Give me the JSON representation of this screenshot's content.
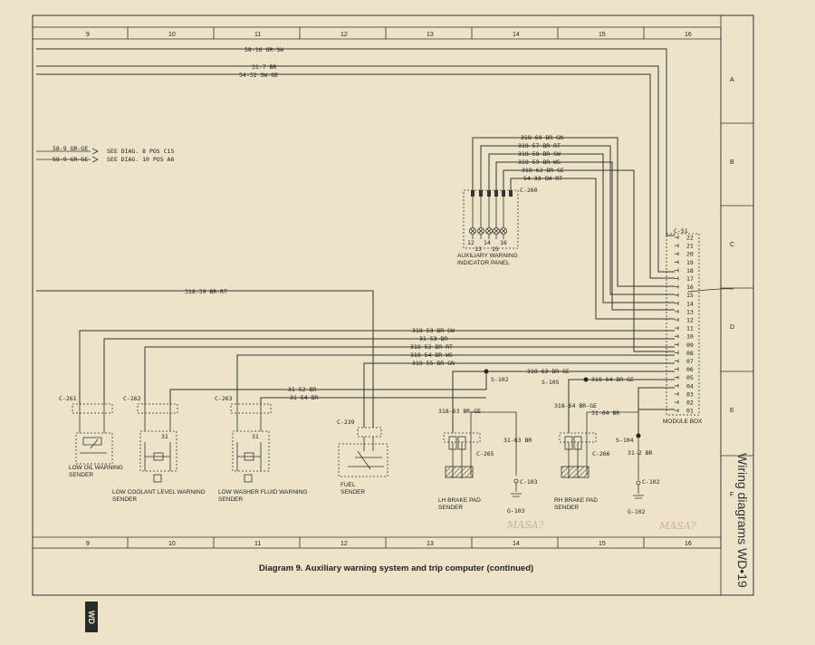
{
  "caption": "Diagram 9. Auxiliary warning system and trip computer (continued)",
  "side_title": "Wiring diagrams WD•19",
  "tab_label": "WD",
  "grid_columns": [
    "9",
    "10",
    "11",
    "12",
    "13",
    "14",
    "15",
    "16"
  ],
  "grid_rows": [
    "A",
    "B",
    "C",
    "D",
    "E",
    "F"
  ],
  "wires_top": [
    "58-16 GR-SW",
    "31-7 BR",
    "54-32 SW-GE"
  ],
  "see_refs": [
    {
      "wire": "58-9 GR-GE",
      "ref": "SEE DIAG. 8 POS C15"
    },
    {
      "wire": "58-9 GR-GE",
      "ref": "SEE DIAG. 10 POS A6"
    }
  ],
  "panel_wires": [
    "318-60 BR-GN",
    "318-57 BR-RT",
    "318-58 BR-SW",
    "318-59 BR-WS",
    "318-62 BR-GE",
    "54-33 SW-RT"
  ],
  "panel_connector": "C-260",
  "panel_pins": [
    "12",
    "14",
    "16",
    "13",
    "15"
  ],
  "panel_name": "AUXILIARY WARNING INDICATOR PANEL",
  "module": {
    "connector": "C-51",
    "pins": [
      "22",
      "21",
      "20",
      "19",
      "18",
      "17",
      "16",
      "15",
      "14",
      "13",
      "12",
      "11",
      "10",
      "09",
      "08",
      "07",
      "06",
      "05",
      "04",
      "03",
      "02",
      "01"
    ],
    "name": "MODULE BOX"
  },
  "mid_wires": [
    "318-39 BR-RT",
    "318-53 BR-SW",
    "31-53 BR",
    "318-52 BR-RT",
    "318-54 BR-WS",
    "318-55 BR-GN"
  ],
  "splices": [
    "S-102",
    "S-105",
    "S-104"
  ],
  "brake_wires": [
    "318-63 BR-GE",
    "318-64 BR-GE"
  ],
  "ground_wires": [
    "31-52 BR",
    "31-54 BR"
  ],
  "senders": [
    {
      "connector": "C-261",
      "name": "LOW OIL WARNING SENDER"
    },
    {
      "connector": "C-262",
      "name": "LOW COOLANT LEVEL WARNING SENDER"
    },
    {
      "connector": "C-263",
      "name": "LOW WASHER FLUID WARNING SENDER"
    },
    {
      "connector": "C-239",
      "name": "FUEL SENDER"
    },
    {
      "connector": "C-265",
      "name": "LH BRAKE PAD SENDER",
      "wire": "318-63 BR-GE",
      "ground": "31-63 BR",
      "ground_conn": "C-103",
      "g": "G-103"
    },
    {
      "connector": "C-266",
      "name": "RH BRAKE PAD SENDER",
      "wire": "318-64 BR-GE",
      "ground": "31-64 BR",
      "ground_conn": "C-102",
      "g": "G-102"
    }
  ],
  "s104_ground": "31-2 BR",
  "pin_31": "31",
  "handwritten": [
    "MASA?",
    "MASA?"
  ]
}
